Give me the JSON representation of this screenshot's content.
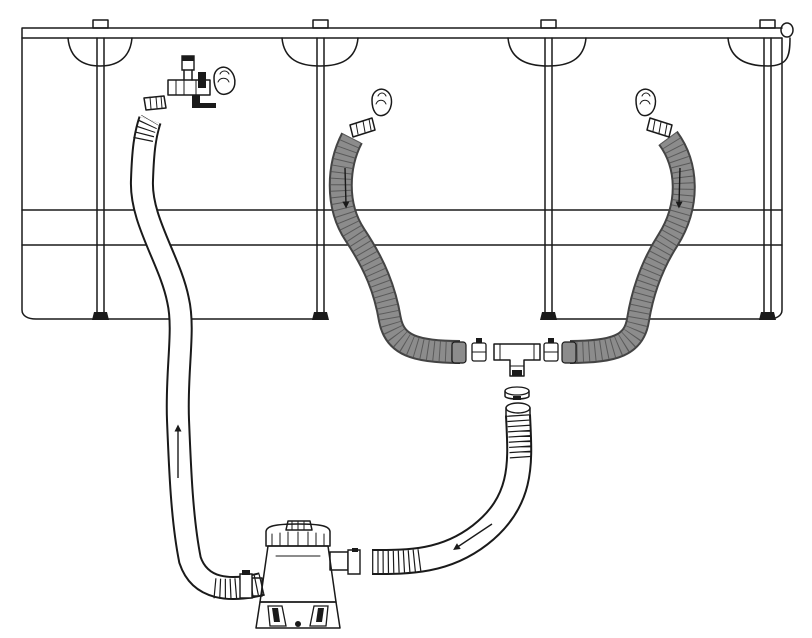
{
  "diagram": {
    "kind": "above-ground pool filter pump hose connection",
    "colors": {
      "line": "#1a1a1a",
      "background": "#ffffff",
      "return_hose": "#8c8c8c",
      "return_hose_edge": "#444444",
      "hose_fill": "#ffffff",
      "pump_fill": "#ffffff"
    },
    "components": [
      "pool-frame",
      "inlet-valve",
      "outlet-fitting-left",
      "outlet-fitting-right",
      "return-hose-left",
      "return-hose-right",
      "t-connector",
      "suction-hose",
      "filter-pump",
      "pump-feed-hose"
    ],
    "flow_arrows": [
      {
        "location": "return-hose-left",
        "direction": "down"
      },
      {
        "location": "return-hose-right",
        "direction": "down"
      },
      {
        "location": "pump-feed-hose",
        "direction": "up"
      },
      {
        "location": "suction-hose",
        "direction": "down-left"
      }
    ]
  }
}
